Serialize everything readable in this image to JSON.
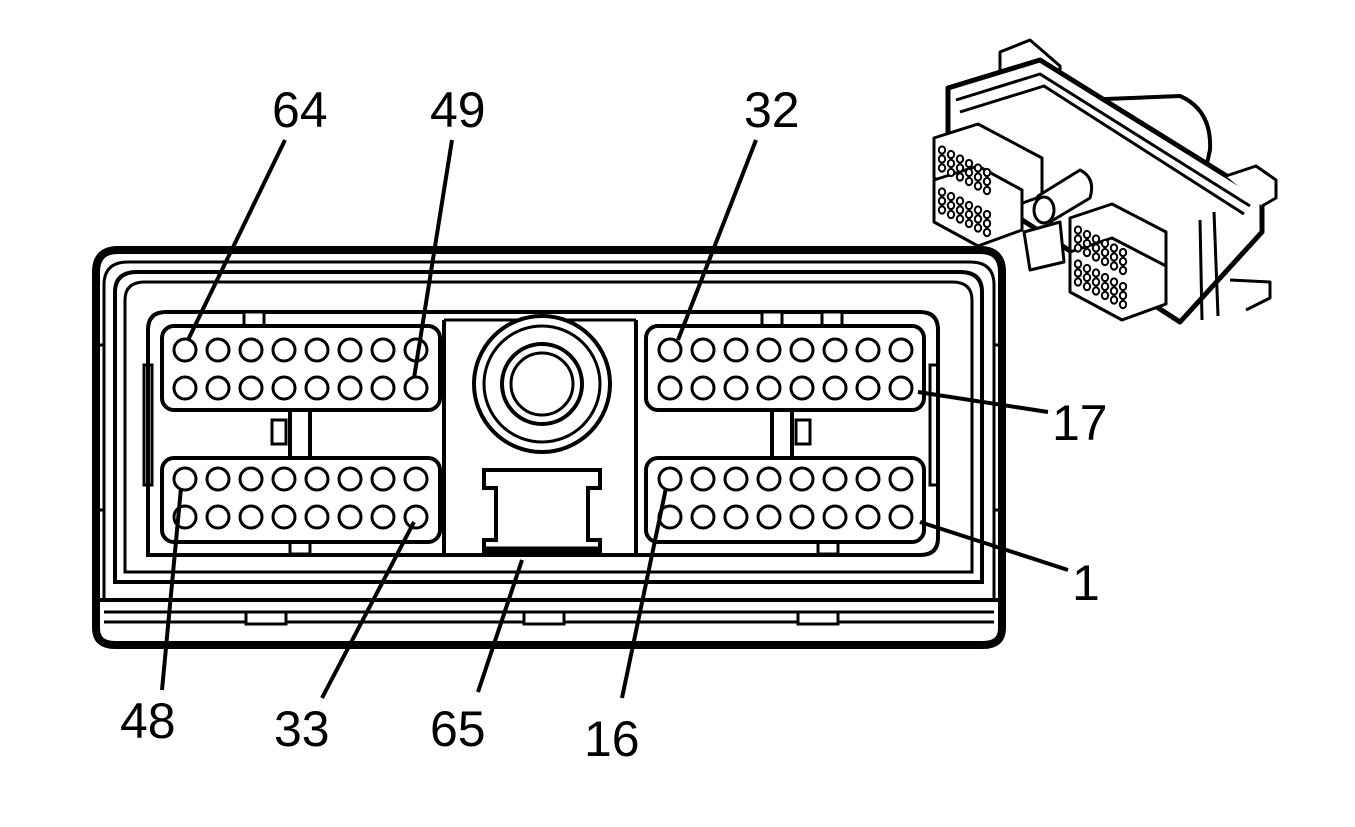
{
  "figure": {
    "colors": {
      "line": "#000000",
      "background": "#ffffff"
    },
    "pin_labels": [
      "64",
      "49",
      "32",
      "17",
      "1",
      "48",
      "33",
      "65",
      "16"
    ]
  }
}
